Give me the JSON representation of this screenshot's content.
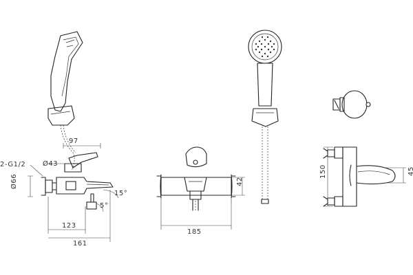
{
  "dimensions": {
    "thread": "2-G1/2",
    "dia_43": "Ø43",
    "dia_66": "Ø66",
    "len_97": "97",
    "angle_15": "15°",
    "angle_5": "5°",
    "len_123": "123",
    "len_161": "161",
    "len_185": "185",
    "h_42": "42",
    "h_150": "150",
    "h_45": "45"
  }
}
